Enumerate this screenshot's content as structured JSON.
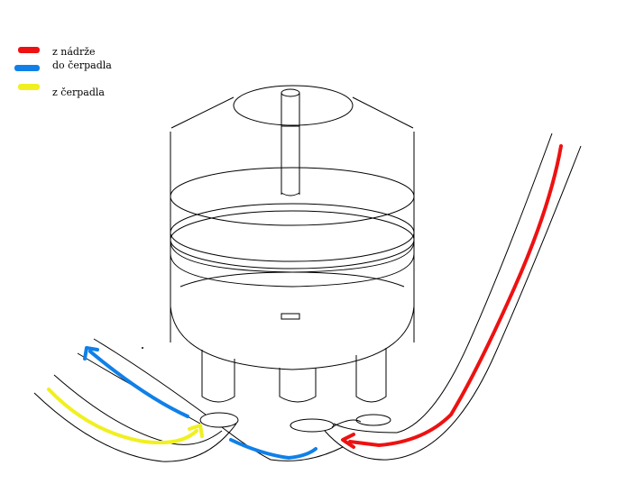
{
  "legend": {
    "items": [
      {
        "label": "z nádrže",
        "color": "#ee1111"
      },
      {
        "label": "do čerpadla",
        "color": "#1080e8"
      },
      {
        "label": "z čerpadla",
        "color": "#f0f020"
      }
    ]
  },
  "colors": {
    "red_flow": "#ee1111",
    "blue_flow": "#1080e8",
    "yellow_flow": "#f0f020",
    "line": "#000000",
    "background": "#ffffff"
  }
}
